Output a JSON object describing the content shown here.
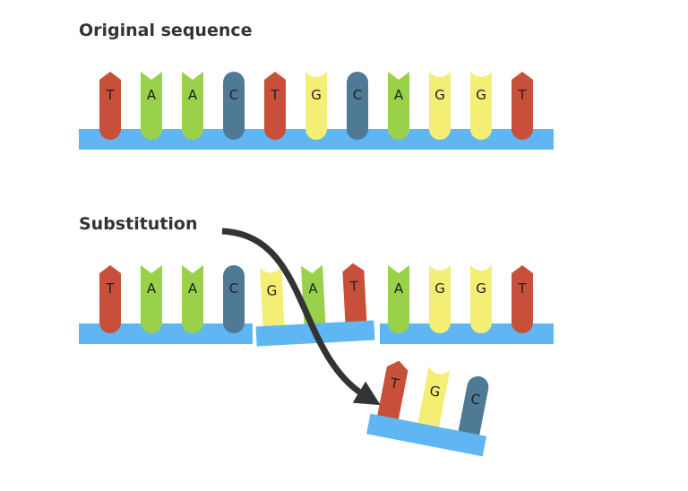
{
  "headings": {
    "original": "Original sequence",
    "substitution": "Substitution"
  },
  "colors": {
    "T": "#c8503a",
    "A": "#9ad14a",
    "C": "#4f7a96",
    "G": "#f5ee74",
    "backbone": "#5fb6f2",
    "arrow": "#333333"
  },
  "original_sequence": [
    "T",
    "A",
    "A",
    "C",
    "T",
    "G",
    "C",
    "A",
    "G",
    "G",
    "T"
  ],
  "substituted_sequence": [
    "T",
    "A",
    "A",
    "C",
    "G",
    "A",
    "T",
    "A",
    "G",
    "G",
    "T"
  ],
  "removed_fragment": [
    "T",
    "G",
    "C"
  ]
}
